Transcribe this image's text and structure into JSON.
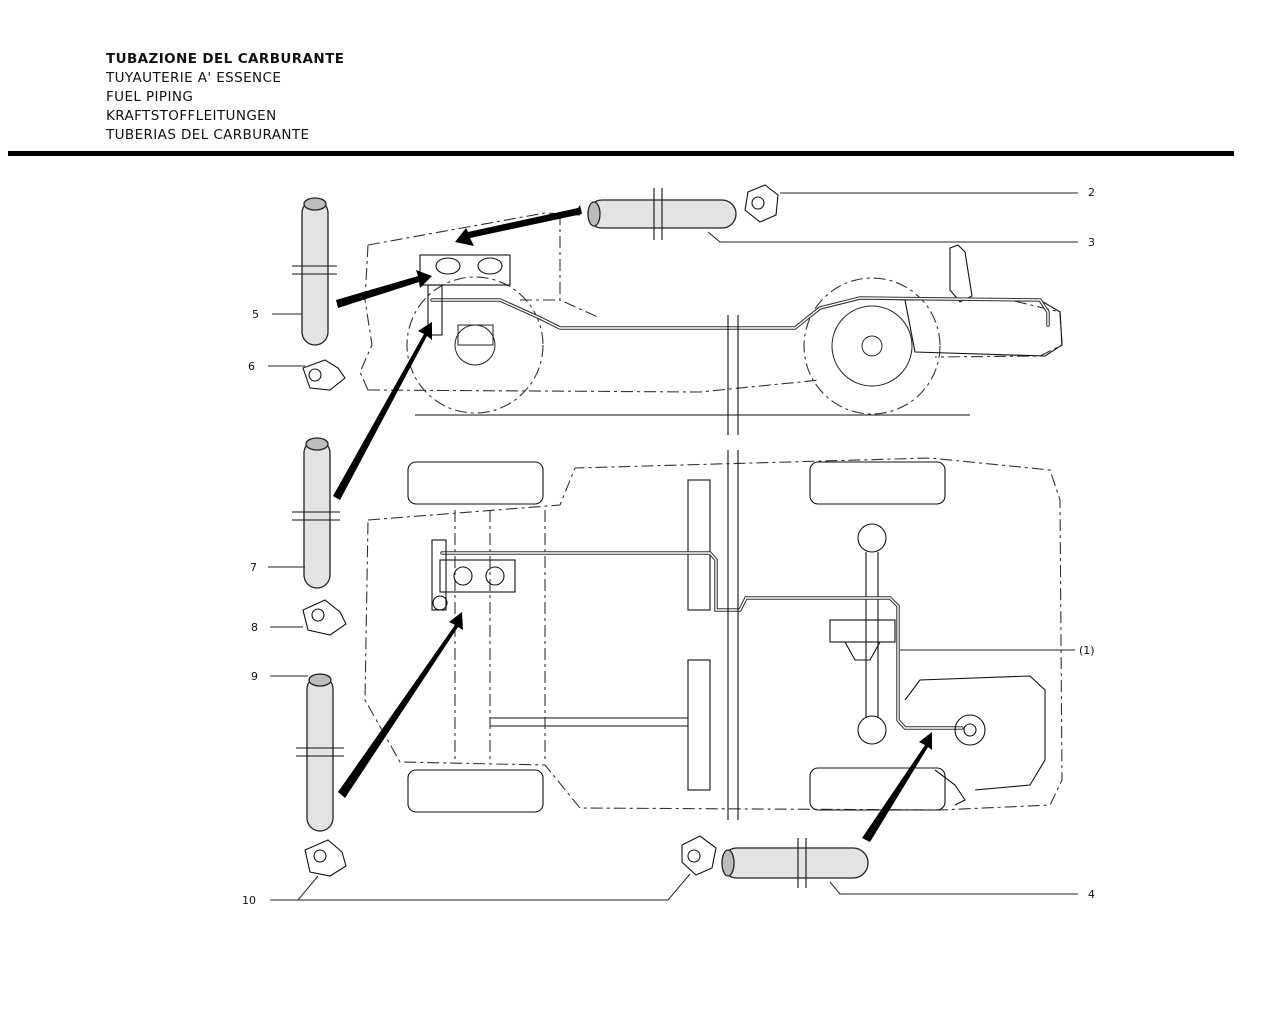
{
  "title": {
    "it": "TUBAZIONE DEL CARBURANTE",
    "fr": "TUYAUTERIE A' ESSENCE",
    "en": "FUEL PIPING",
    "de": "KRAFTSTOFFLEITUNGEN",
    "es": "TUBERIAS DEL CARBURANTE"
  },
  "callouts": {
    "c2": "2",
    "c3": "3",
    "c4": "4",
    "c5": "5",
    "c6": "6",
    "c7": "7",
    "c8": "8",
    "c9": "9",
    "c10": "10",
    "c1": "(1)"
  }
}
